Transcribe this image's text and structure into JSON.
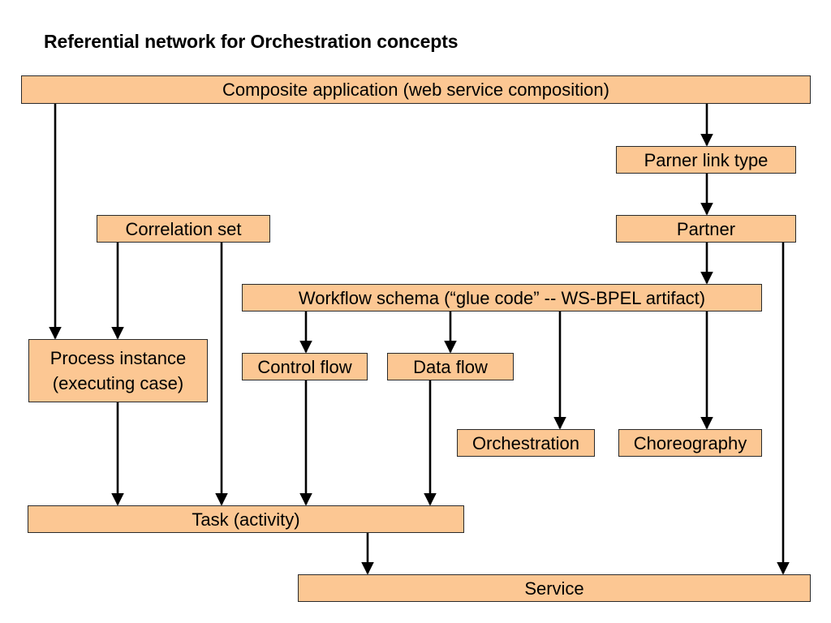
{
  "title": "Referential network for Orchestration concepts",
  "nodes": {
    "composite": "Composite application (web service composition)",
    "parner_link_type": "Parner link type",
    "correlation_set": "Correlation set",
    "partner": "Partner",
    "workflow_schema": "Workflow schema (“glue code” -- WS-BPEL artifact)",
    "process_instance_line1": "Process instance",
    "process_instance_line2": "(executing case)",
    "control_flow": "Control flow",
    "data_flow": "Data flow",
    "orchestration": "Orchestration",
    "choreography": "Choreography",
    "task": "Task (activity)",
    "service": "Service"
  },
  "colors": {
    "node_fill": "#fcc793",
    "node_border": "#2a2a2a",
    "arrow": "#000000"
  },
  "edges": [
    {
      "from": "composite",
      "to": "process_instance"
    },
    {
      "from": "composite",
      "to": "parner_link_type"
    },
    {
      "from": "parner_link_type",
      "to": "partner"
    },
    {
      "from": "partner",
      "to": "workflow_schema"
    },
    {
      "from": "partner",
      "to": "service"
    },
    {
      "from": "correlation_set",
      "to": "process_instance"
    },
    {
      "from": "correlation_set",
      "to": "task"
    },
    {
      "from": "workflow_schema",
      "to": "control_flow"
    },
    {
      "from": "workflow_schema",
      "to": "data_flow"
    },
    {
      "from": "workflow_schema",
      "to": "orchestration"
    },
    {
      "from": "workflow_schema",
      "to": "choreography"
    },
    {
      "from": "process_instance",
      "to": "task"
    },
    {
      "from": "control_flow",
      "to": "task"
    },
    {
      "from": "data_flow",
      "to": "task"
    },
    {
      "from": "task",
      "to": "service"
    }
  ]
}
